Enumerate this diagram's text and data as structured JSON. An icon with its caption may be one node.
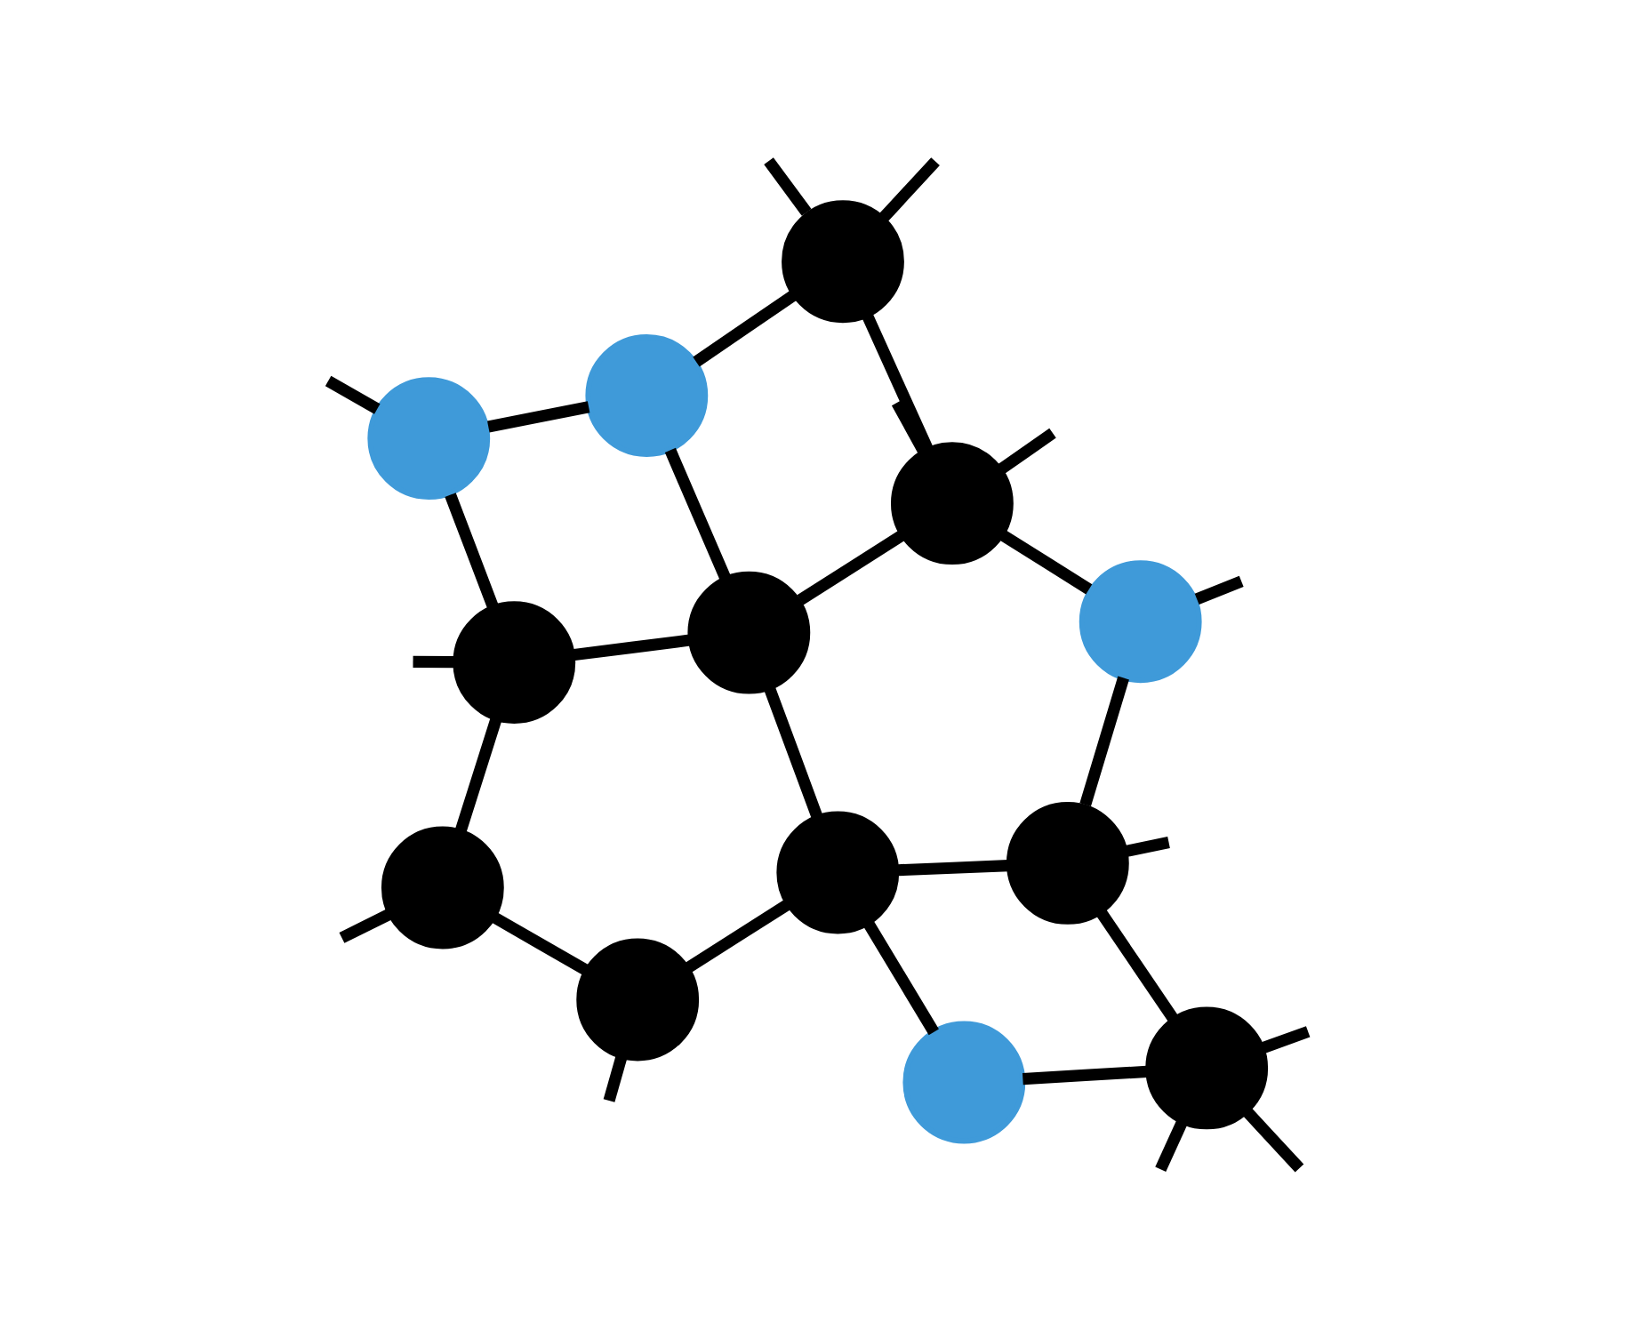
{
  "diagram": {
    "nodes": [
      {
        "text": [],
        "shape": "circle"
      },
      {
        "text": [],
        "shape": "circle"
      },
      {
        "text": [],
        "shape": "circle"
      },
      {
        "text": [],
        "shape": "circle"
      },
      {
        "text": [],
        "shape": "circle"
      },
      {
        "text": [],
        "shape": "circle"
      },
      {
        "text": [],
        "shape": "circle"
      },
      {
        "text": [],
        "shape": "circle"
      },
      {
        "text": [],
        "shape": "circle"
      },
      {
        "text": [],
        "shape": "circle"
      },
      {
        "text": [],
        "shape": "circle"
      },
      {
        "text": [],
        "shape": "circle"
      },
      {
        "text": [],
        "shape": "circle"
      }
    ],
    "edges": [
      {
        "from": 0,
        "to": 1,
        "arrow": "none"
      },
      {
        "from": 0,
        "to": 8,
        "arrow": "none"
      },
      {
        "from": 0,
        "to": 6,
        "arrow": "none"
      },
      {
        "from": 0,
        "to": 7,
        "arrow": "none"
      },
      {
        "from": 1,
        "to": 2,
        "arrow": "none"
      },
      {
        "from": 1,
        "to": 4,
        "arrow": "none"
      },
      {
        "from": 1,
        "to": 12,
        "arrow": "none"
      },
      {
        "from": 2,
        "to": 3,
        "arrow": "none"
      },
      {
        "from": 2,
        "to": 9,
        "arrow": "none"
      },
      {
        "from": 2,
        "to": null,
        "arrow": "none"
      },
      {
        "from": 3,
        "to": null,
        "arrow": "none"
      },
      {
        "from": 3,
        "to": 7,
        "arrow": "none"
      },
      {
        "from": 5,
        "to": 8,
        "arrow": "none"
      },
      {
        "from": 5,
        "to": 6,
        "arrow": "none"
      },
      {
        "from": 5,
        "to": null,
        "arrow": "none"
      },
      {
        "from": 6,
        "to": 10,
        "arrow": "none"
      },
      {
        "from": 7,
        "to": 10,
        "arrow": "none"
      },
      {
        "from": 7,
        "to": null,
        "arrow": "none"
      },
      {
        "from": 7,
        "to": null,
        "arrow": "none"
      },
      {
        "from": 8,
        "to": null,
        "arrow": "none"
      },
      {
        "from": 8,
        "to": 11,
        "arrow": "none"
      },
      {
        "from": 4,
        "to": 9,
        "arrow": "none"
      },
      {
        "from": 9,
        "to": null,
        "arrow": "none"
      },
      {
        "from": 9,
        "to": null,
        "arrow": "none"
      },
      {
        "from": 9,
        "to": null,
        "arrow": "none"
      },
      {
        "from": 10,
        "to": null,
        "arrow": "none"
      },
      {
        "from": 10,
        "to": null,
        "arrow": "none"
      },
      {
        "from": 11,
        "to": null,
        "arrow": "none"
      },
      {
        "from": 11,
        "to": 12,
        "arrow": "none"
      },
      {
        "from": 12,
        "to": null,
        "arrow": "none"
      }
    ]
  }
}
